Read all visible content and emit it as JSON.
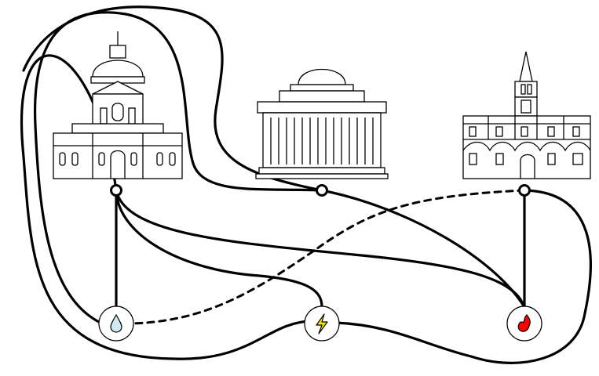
{
  "diagram": {
    "buildings": [
      {
        "id": "house-1",
        "icon": "domed-government-building-icon"
      },
      {
        "id": "house-2",
        "icon": "columned-museum-building-icon"
      },
      {
        "id": "house-3",
        "icon": "church-spire-building-icon"
      }
    ],
    "utilities": [
      {
        "id": "water",
        "icon": "water-drop-icon",
        "color": "#cfe8f2"
      },
      {
        "id": "electricity",
        "icon": "lightning-bolt-icon",
        "color": "#f5e800"
      },
      {
        "id": "gas",
        "icon": "gas-flame-icon",
        "color": "#ff0000"
      }
    ],
    "connections": [
      {
        "from": "house-1",
        "to": "water",
        "style": "solid"
      },
      {
        "from": "house-1",
        "to": "electricity",
        "style": "solid"
      },
      {
        "from": "house-1",
        "to": "gas",
        "style": "solid"
      },
      {
        "from": "house-2",
        "to": "water",
        "style": "solid"
      },
      {
        "from": "house-2",
        "to": "electricity",
        "style": "solid"
      },
      {
        "from": "house-2",
        "to": "gas",
        "style": "solid"
      },
      {
        "from": "house-3",
        "to": "gas",
        "style": "solid"
      },
      {
        "from": "house-3",
        "to": "electricity",
        "style": "solid"
      },
      {
        "from": "house-3",
        "to": "water",
        "style": "dashed"
      }
    ]
  }
}
